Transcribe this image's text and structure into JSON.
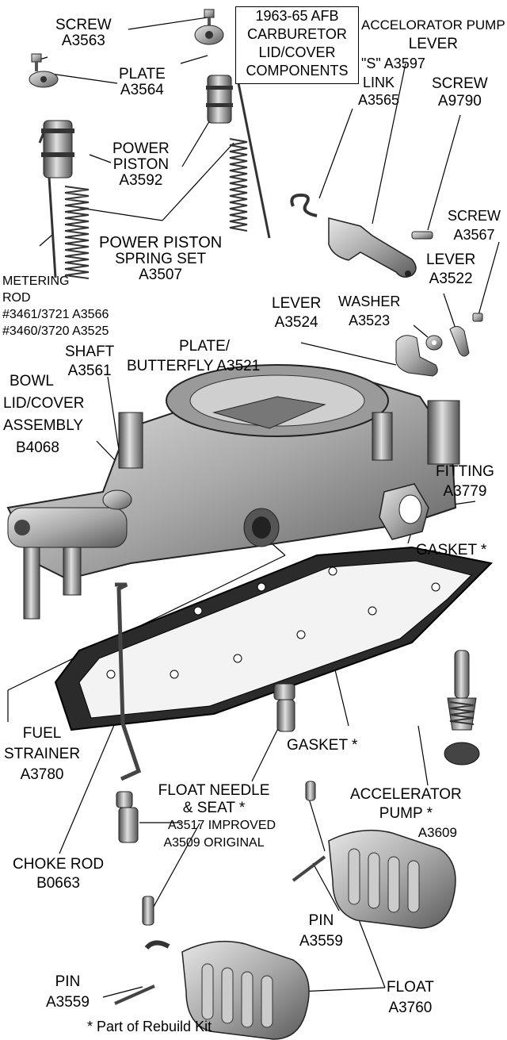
{
  "title": [
    "1963-65 AFB",
    "CARBURETOR",
    "LID/COVER",
    "COMPONENTS"
  ],
  "footnote": "* Part of Rebuild Kit",
  "labels": {
    "screw_a3563": [
      "SCREW",
      "A3563"
    ],
    "plate_a3564": [
      "PLATE",
      "A3564"
    ],
    "power_piston": [
      "POWER",
      "PISTON",
      "A3592"
    ],
    "power_piston_spring": [
      "POWER PISTON",
      "SPRING SET",
      "A3507"
    ],
    "metering_rod": [
      "METERING",
      "ROD",
      "#3461/3721 A3566",
      "#3460/3720 A3525"
    ],
    "accel_pump_lever": [
      "ACCELORATOR PUMP",
      "LEVER",
      "\"S\" A3597"
    ],
    "link": [
      "LINK",
      "A3565"
    ],
    "screw_a9790": [
      "SCREW",
      "A9790"
    ],
    "screw_a3567": [
      "SCREW",
      "A3567"
    ],
    "lever_a3522": [
      "LEVER",
      "A3522"
    ],
    "lever_a3524": [
      "LEVER",
      "A3524"
    ],
    "washer": [
      "WASHER",
      "A3523"
    ],
    "shaft": [
      "SHAFT",
      "A3561"
    ],
    "plate_butterfly": [
      "PLATE/",
      "BUTTERFLY  A3521"
    ],
    "bowl_lid": [
      "BOWL",
      "LID/COVER",
      "ASSEMBLY",
      "B4068"
    ],
    "fitting": [
      "FITTING",
      "A3779"
    ],
    "gasket_top": [
      "GASKET *"
    ],
    "fuel_strainer": [
      "FUEL",
      "STRAINER",
      "A3780"
    ],
    "gasket_mid": [
      "GASKET *"
    ],
    "accel_pump": [
      "ACCELERATOR",
      "PUMP *",
      "A3609"
    ],
    "float_needle": [
      "FLOAT NEEDLE",
      "& SEAT *",
      "A3517 IMPROVED",
      "A3509 ORIGINAL"
    ],
    "choke_rod": [
      "CHOKE ROD",
      "B0663"
    ],
    "pin_right": [
      "PIN",
      "A3559"
    ],
    "pin_left": [
      "PIN",
      "A3559"
    ],
    "float": [
      "FLOAT",
      "A3760"
    ]
  }
}
